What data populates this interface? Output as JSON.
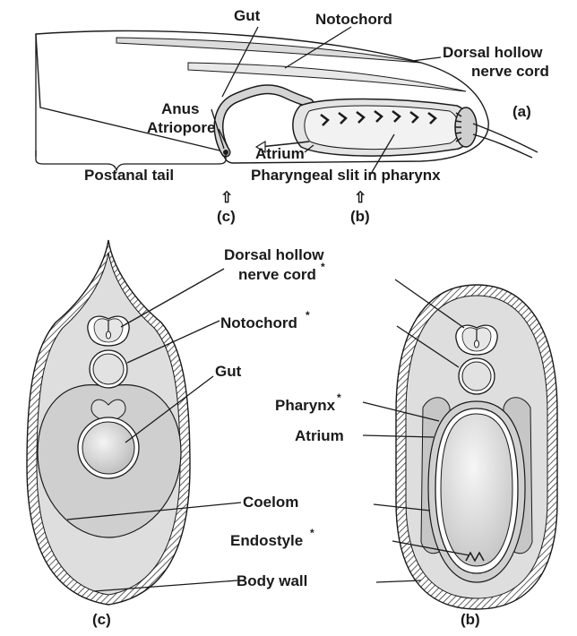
{
  "top_figure": {
    "labels": {
      "gut": "Gut",
      "notochord": "Notochord",
      "dorsal_cord_line1": "Dorsal hollow",
      "dorsal_cord_line2": "nerve cord",
      "anus": "Anus",
      "atriopore": "Atriopore",
      "atrium": "Atrium",
      "postanal_tail": "Postanal tail",
      "pharyngeal_slit": "Pharyngeal slit in pharynx",
      "panel_letter": "(a)",
      "arrow_c": "(c)",
      "arrow_b": "(b)"
    },
    "arrow_glyph": "⇧"
  },
  "cross_sections": {
    "labels": {
      "dorsal_cord_line1": "Dorsal hollow",
      "dorsal_cord_line2": "nerve cord",
      "notochord": "Notochord",
      "gut": "Gut",
      "pharynx": "Pharynx",
      "atrium": "Atrium",
      "coelom": "Coelom",
      "endostyle": "Endostyle",
      "body_wall": "Body wall",
      "asterisk": "*",
      "left_letter": "(c)",
      "right_letter": "(b)"
    }
  },
  "colors": {
    "tissue_light": "#e6e6e6",
    "tissue_mid": "#cfcfcf",
    "tissue_dark": "#a8a8a8",
    "line": "#1a1a1a"
  }
}
